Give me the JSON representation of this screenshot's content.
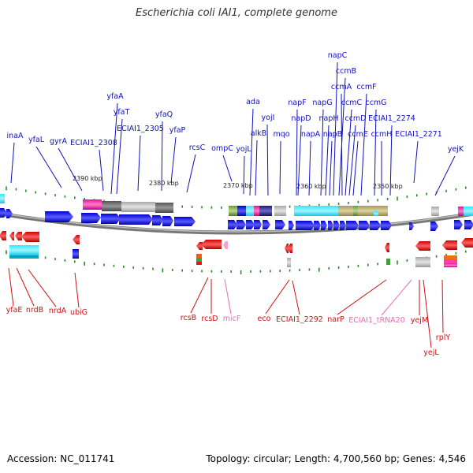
{
  "title": "Escherichia coli IAI1, complete genome",
  "footer": {
    "accession": "Accession: NC_011741",
    "summary": "Topology: circular; Length: 4,700,560 bp; Genes: 4,546"
  },
  "colors": {
    "forward_label": "#1010c0",
    "reverse_label": "#d01010",
    "rna_label": "#e070b0",
    "forward_gene": "#1a1ae0",
    "reverse_gene": "#ee1111",
    "tick": "#2a8a2a",
    "backbone": "#777777"
  },
  "scale_labels": [
    "2390 kbp",
    "2380 kbp",
    "2370 kbp",
    "2360 kbp",
    "2350 kbp"
  ],
  "forward_labels": [
    "inaA",
    "yfaL",
    "gyrA",
    "ECIAI1_2308",
    "yfaA",
    "yfaT",
    "ECIAI1_2305",
    "yfaQ",
    "yfaP",
    "rcsC",
    "ompC",
    "yojL",
    "ada",
    "alkB",
    "yojI",
    "mqo",
    "napF",
    "napD",
    "napA",
    "napG",
    "napH",
    "napB",
    "napC",
    "ccmB",
    "ccmA",
    "ccmC",
    "ccmD",
    "ccmE",
    "ccmF",
    "ccmG",
    "ccmH",
    "ECIAI1_2274",
    "ECIAI1_2271",
    "yejK"
  ],
  "reverse_labels": [
    "yfaE",
    "nrdB",
    "nrdA",
    "ubiG",
    "rcsB",
    "rcsD",
    "micF",
    "eco",
    "ECIAI1_2292",
    "narP",
    "ECIAI1_tRNA20",
    "yejM",
    "yejL",
    "rplY"
  ]
}
